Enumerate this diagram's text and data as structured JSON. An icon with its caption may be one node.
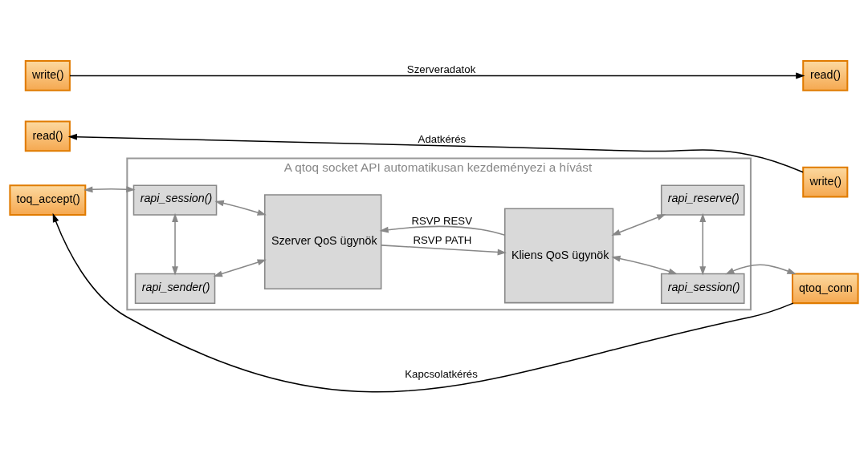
{
  "diagram": {
    "nodes": [
      {
        "text": [
          "toq_accept()"
        ]
      },
      {
        "text": [
          "qtoq_conn"
        ]
      },
      {
        "text": [
          "A qtoq socket API automatikusan kezdeményezi a hívást"
        ]
      },
      {
        "text": [
          "rapi_session()"
        ],
        "in": 2
      },
      {
        "text": [
          "rapi_sender()"
        ],
        "in": 2
      },
      {
        "text": [
          "Szerver QoS ügynök"
        ],
        "in": 2
      },
      {
        "text": [
          "Kliens QoS ügynök"
        ],
        "in": 2
      },
      {
        "text": [
          "rapi_session()"
        ],
        "in": 2
      },
      {
        "text": [
          "rapi_reserve()"
        ],
        "in": 2
      },
      {
        "text": [
          "read()"
        ]
      },
      {
        "text": [
          "write()"
        ]
      },
      {
        "text": [
          "write()"
        ]
      },
      {
        "text": [
          "read()"
        ]
      }
    ],
    "edges": [
      {
        "from": 1,
        "to": 0,
        "arrow": "to",
        "label": "Kapcsolatkérés",
        "color": "#000000"
      },
      {
        "from": 0,
        "to": 3,
        "arrow": "both"
      },
      {
        "from": 1,
        "to": 7,
        "arrow": "both"
      },
      {
        "from": 3,
        "to": 4,
        "arrow": "both"
      },
      {
        "from": 7,
        "to": 8,
        "arrow": "both"
      },
      {
        "from": 3,
        "to": 5,
        "arrow": "both"
      },
      {
        "from": 4,
        "to": 5,
        "arrow": "both"
      },
      {
        "from": 7,
        "to": 6,
        "arrow": "both"
      },
      {
        "from": 8,
        "to": 6,
        "arrow": "both"
      },
      {
        "from": 5,
        "to": 6,
        "arrow": "to",
        "label": "RSVP PATH"
      },
      {
        "from": 6,
        "to": 5,
        "arrow": "to",
        "label": "RSVP RESV"
      },
      {
        "from": 10,
        "to": 9,
        "arrow": "to",
        "label": "Adatkérés",
        "color": "#000000"
      },
      {
        "from": 11,
        "to": 12,
        "arrow": "to",
        "label": "Szerveradatok",
        "color": "#000000"
      }
    ]
  }
}
